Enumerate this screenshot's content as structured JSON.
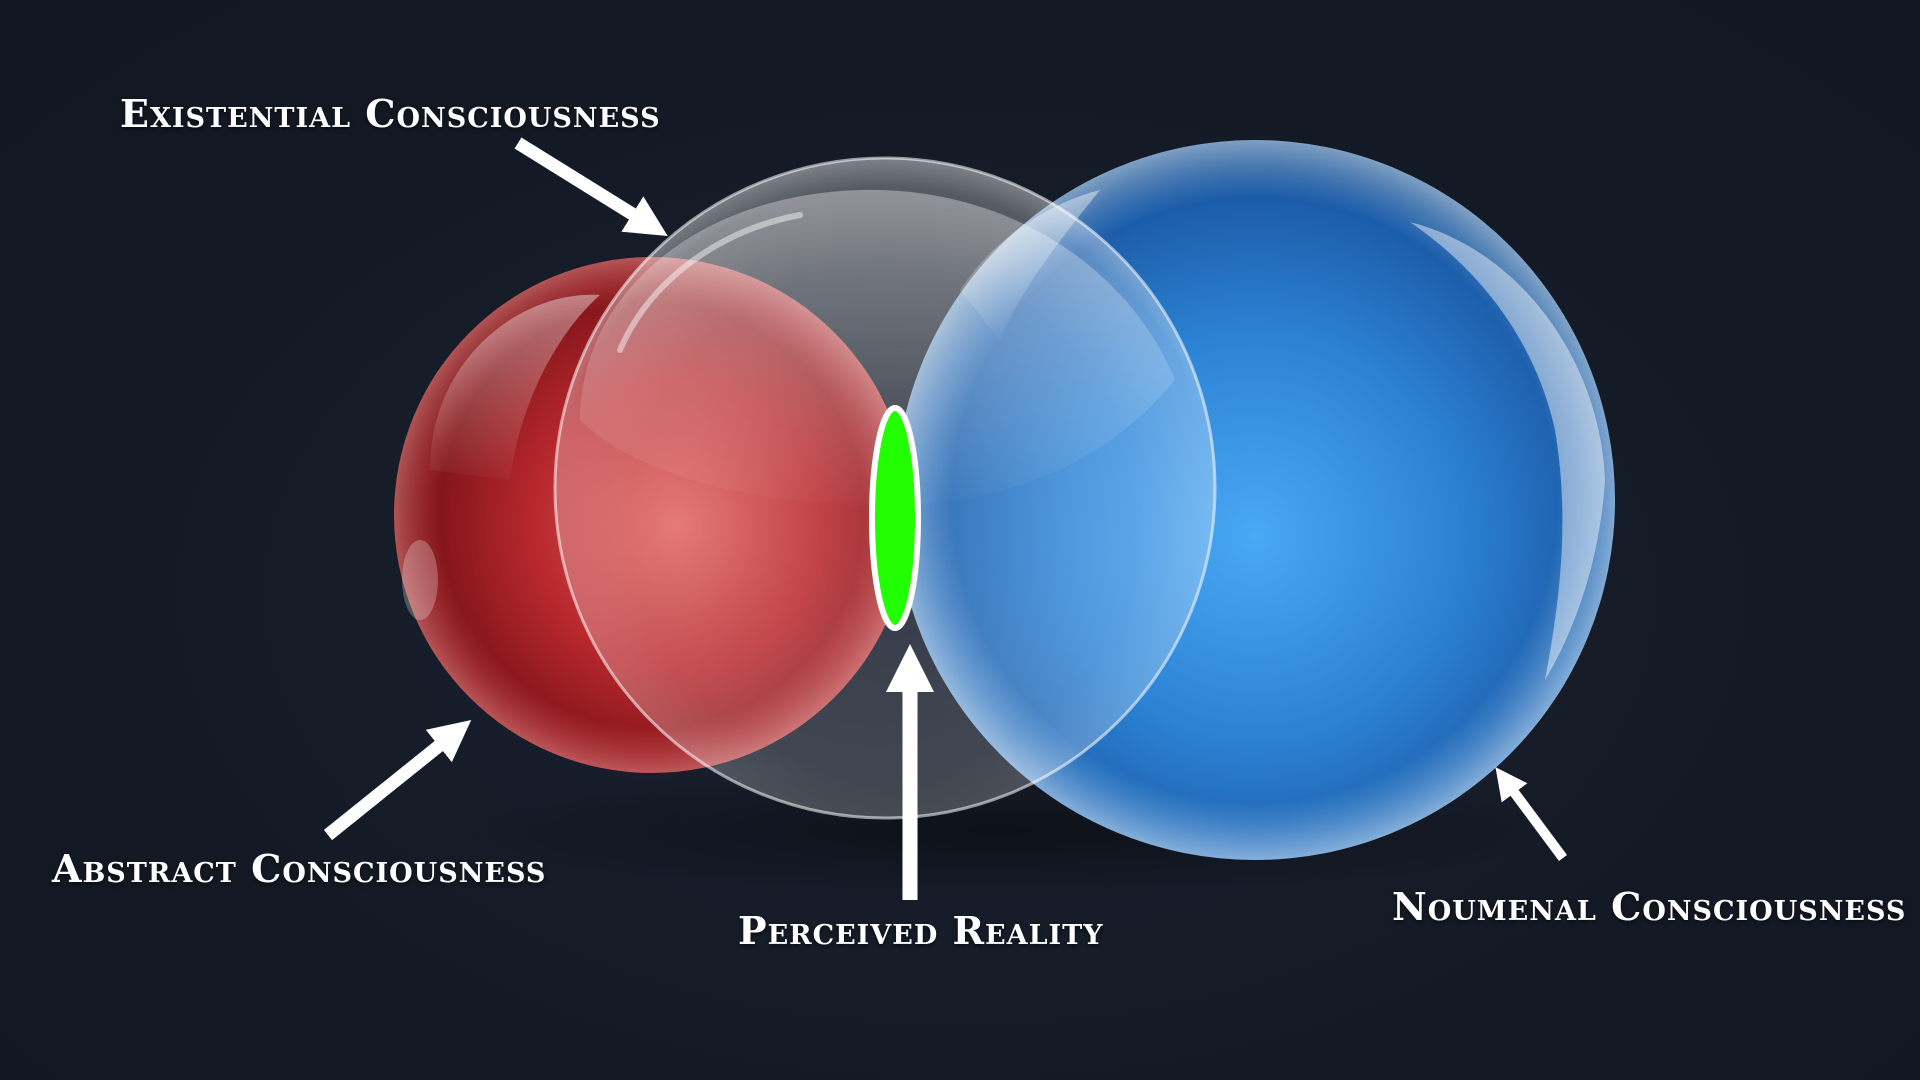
{
  "diagram": {
    "labels": {
      "existential": "Existential Consciousness",
      "abstract": "Abstract Consciousness",
      "perceived": "Perceived Reality",
      "noumenal": "Noumenal Consciousness"
    },
    "colors": {
      "background": "#141a25",
      "red_sphere": "#b0242a",
      "clear_sphere": "#d8dce2",
      "blue_sphere": "#2f86d9",
      "perceived_reality": "#22ff00",
      "arrows": "#ffffff",
      "text": "#ffffff"
    }
  }
}
